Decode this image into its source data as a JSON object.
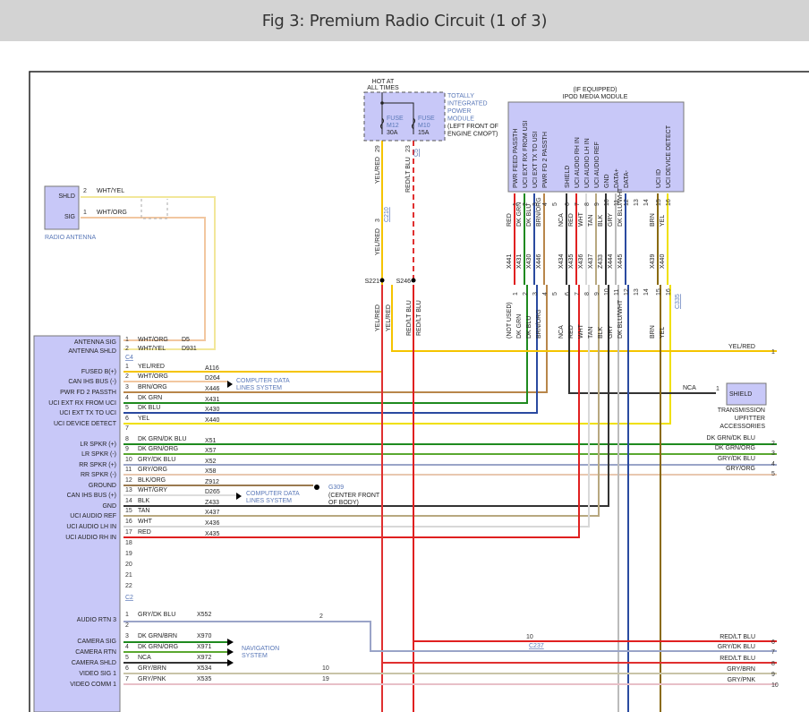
{
  "title": "Fig 3: Premium Radio Circuit (1 of 3)",
  "colors": {
    "module_fill": "#c8c8f8",
    "module_stroke": "#777777",
    "link_text": "#5a78b8",
    "YEL": "#f0e000",
    "YEL_RED": "#f5c400",
    "RED": "#e02020",
    "RED_LT_BLU": "#e03030",
    "DK_GRN": "#1f8a1f",
    "DK_BLU": "#2a4aa0",
    "BRN_ORG": "#b8864a",
    "WHT_ORG": "#f2c7a0",
    "WHT_YEL": "#f2e79a",
    "BLK": "#333333",
    "WHT": "#d8d8d8",
    "TAN": "#b8a880",
    "GRY": "#bbbbbb",
    "BRN": "#8a6a10",
    "GRY_DK_BLU": "#9aa4c8",
    "GRY_ORG": "#e8c8b0",
    "DK_GRN_ORG": "#5aa830",
    "BLK_ORG": "#9a7a50",
    "WHT_GRY": "#dddddd",
    "GRY_BRN": "#c8c4a8",
    "GRY_PNK": "#e8c0c8"
  },
  "fuse_module": {
    "hot_label_1": "HOT AT",
    "hot_label_2": "ALL TIMES",
    "name_lines": [
      "TOTALLY",
      "INTEGRATED",
      "POWER",
      "MODULE"
    ],
    "location_lines": [
      "(LEFT FRONT OF",
      "ENGINE CMOPT)"
    ],
    "fuses": [
      {
        "label": "FUSE",
        "id": "M12",
        "rating": "30A"
      },
      {
        "label": "FUSE",
        "id": "M10",
        "rating": "15A"
      }
    ],
    "pins": [
      {
        "pin": "29",
        "color": "YEL/RED"
      },
      {
        "pin": "23",
        "color": "RED/LT BLU",
        "connector": "C5"
      }
    ]
  },
  "inline": {
    "c210": {
      "pin": "3",
      "color": "YEL/RED",
      "connector": "C210"
    },
    "splices": [
      {
        "id": "S221",
        "colors": [
          "YEL/RED",
          "YEL/RED"
        ]
      },
      {
        "id": "S246",
        "colors": [
          "RED/LT BLU",
          "RED/LT BLU"
        ]
      }
    ]
  },
  "antenna": {
    "name": "RADIO ANTENNA",
    "pins": [
      {
        "label": "SHLD",
        "pin": "2",
        "color": "WHT/YEL"
      },
      {
        "label": "SIG",
        "pin": "1",
        "color": "WHT/ORG"
      }
    ]
  },
  "ipod": {
    "title_1": "(IF EQUIPPED)",
    "title_2": "IPOD MEDIA MODULE",
    "connector": "C335",
    "pins": [
      {
        "pin": "1",
        "name": "PWR FEED PASSTH",
        "color": "RED",
        "circuit": "X441",
        "lower_color": "(NOT USED)"
      },
      {
        "pin": "2",
        "name": "UCI EXT RX FROM USI",
        "color": "DK GRN",
        "circuit": "X431",
        "lower_color": "DK GRN"
      },
      {
        "pin": "3",
        "name": "UCI EXT TX TO USI",
        "color": "DK BLU",
        "circuit": "X430",
        "lower_color": "DK BLU"
      },
      {
        "pin": "4",
        "name": "PWR FD 2 PASSTH",
        "color": "BRN/ORG",
        "circuit": "X446",
        "lower_color": "BRN/ORG"
      },
      {
        "pin": "5",
        "name": "",
        "color": "",
        "circuit": "",
        "lower_color": ""
      },
      {
        "pin": "6",
        "name": "SHIELD",
        "color": "NCA",
        "circuit": "X434",
        "lower_color": "NCA"
      },
      {
        "pin": "7",
        "name": "UCI AUDIO RH IN",
        "color": "RED",
        "circuit": "X435",
        "lower_color": "RED"
      },
      {
        "pin": "8",
        "name": "UCI AUDIO LH IN",
        "color": "WHT",
        "circuit": "X436",
        "lower_color": "WHT"
      },
      {
        "pin": "9",
        "name": "UCI AUDIO REF",
        "color": "TAN",
        "circuit": "X437",
        "lower_color": "TAN"
      },
      {
        "pin": "10",
        "name": "GND",
        "color": "BLK",
        "circuit": "Z433",
        "lower_color": "BLK"
      },
      {
        "pin": "11",
        "name": "DATA+",
        "color": "GRY",
        "circuit": "X444",
        "lower_color": "GRY"
      },
      {
        "pin": "12",
        "name": "DATA-",
        "color": "DK BLU/WHT",
        "circuit": "X445",
        "lower_color": "DK BLU/WHT"
      },
      {
        "pin": "13",
        "name": "",
        "color": "",
        "circuit": "",
        "lower_color": ""
      },
      {
        "pin": "14",
        "name": "",
        "color": "",
        "circuit": "",
        "lower_color": ""
      },
      {
        "pin": "15",
        "name": "UCI ID",
        "color": "BRN",
        "circuit": "X439",
        "lower_color": "BRN"
      },
      {
        "pin": "16",
        "name": "UCI DEVICE DETECT",
        "color": "YEL",
        "circuit": "X440",
        "lower_color": "YEL"
      }
    ]
  },
  "radio": {
    "c4": {
      "connector": "C4",
      "pins": [
        {
          "pin": "1",
          "name": "ANTENNA SIG",
          "color": "WHT/ORG",
          "circuit": "D5"
        },
        {
          "pin": "2",
          "name": "ANTENNA SHLD",
          "color": "WHT/YEL",
          "circuit": "D931"
        }
      ]
    },
    "c2": {
      "connector": "C2",
      "pins": [
        {
          "pin": "1",
          "name": "FUSED B(+)",
          "color": "YEL/RED",
          "circuit": "A116"
        },
        {
          "pin": "2",
          "name": "CAN IHS BUS (-)",
          "color": "WHT/ORG",
          "circuit": "D264"
        },
        {
          "pin": "3",
          "name": "PWR FD 2 PASSTH",
          "color": "BRN/ORG",
          "circuit": "X446"
        },
        {
          "pin": "4",
          "name": "UCI EXT RX FROM UCI",
          "color": "DK GRN",
          "circuit": "X431"
        },
        {
          "pin": "5",
          "name": "UCI EXT TX TO UCI",
          "color": "DK BLU",
          "circuit": "X430"
        },
        {
          "pin": "6",
          "name": "UCI DEVICE DETECT",
          "color": "YEL",
          "circuit": "X440"
        },
        {
          "pin": "7",
          "name": "",
          "color": "",
          "circuit": ""
        },
        {
          "pin": "8",
          "name": "LR SPKR (+)",
          "color": "DK GRN/DK BLU",
          "circuit": "X51"
        },
        {
          "pin": "9",
          "name": "LR SPKR (-)",
          "color": "DK GRN/ORG",
          "circuit": "X57"
        },
        {
          "pin": "10",
          "name": "RR SPKR (+)",
          "color": "GRY/DK BLU",
          "circuit": "X52"
        },
        {
          "pin": "11",
          "name": "RR SPKR (-)",
          "color": "GRY/ORG",
          "circuit": "X58"
        },
        {
          "pin": "12",
          "name": "GROUND",
          "color": "BLK/ORG",
          "circuit": "Z912"
        },
        {
          "pin": "13",
          "name": "CAN IHS BUS (+)",
          "color": "WHT/GRY",
          "circuit": "D265"
        },
        {
          "pin": "14",
          "name": "GND",
          "color": "BLK",
          "circuit": "Z433"
        },
        {
          "pin": "15",
          "name": "UCI AUDIO REF",
          "color": "TAN",
          "circuit": "X437"
        },
        {
          "pin": "16",
          "name": "UCI AUDIO LH IN",
          "color": "WHT",
          "circuit": "X436"
        },
        {
          "pin": "17",
          "name": "UCI AUDIO RH IN",
          "color": "RED",
          "circuit": "X435"
        },
        {
          "pin": "18",
          "name": "",
          "color": "",
          "circuit": ""
        },
        {
          "pin": "19",
          "name": "",
          "color": "",
          "circuit": ""
        },
        {
          "pin": "20",
          "name": "",
          "color": "",
          "circuit": ""
        },
        {
          "pin": "21",
          "name": "",
          "color": "",
          "circuit": ""
        },
        {
          "pin": "22",
          "name": "",
          "color": "",
          "circuit": ""
        }
      ]
    },
    "c3": {
      "pins": [
        {
          "pin": "1",
          "name": "AUDIO RTN 3",
          "color": "GRY/DK BLU",
          "circuit": "X552"
        },
        {
          "pin": "2",
          "name": "",
          "color": "",
          "circuit": ""
        },
        {
          "pin": "3",
          "name": "CAMERA SIG",
          "color": "DK GRN/BRN",
          "circuit": "X970"
        },
        {
          "pin": "4",
          "name": "CAMERA RTN",
          "color": "DK GRN/ORG",
          "circuit": "X971"
        },
        {
          "pin": "5",
          "name": "CAMERA SHLD",
          "color": "NCA",
          "circuit": "X972"
        },
        {
          "pin": "6",
          "name": "VIDEO SIG 1",
          "color": "GRY/BRN",
          "circuit": "X534"
        },
        {
          "pin": "7",
          "name": "VIDEO COMM 1",
          "color": "GRY/PNK",
          "circuit": "X535"
        }
      ]
    }
  },
  "references": {
    "computer_data_1": [
      "COMPUTER DATA",
      "LINES SYSTEM"
    ],
    "computer_data_2": [
      "COMPUTER DATA",
      "LINES SYSTEM"
    ],
    "navigation": [
      "NAVIGATION",
      "SYSTEM"
    ],
    "ground": {
      "id": "G309",
      "location": [
        "(CENTER FRONT",
        "OF BODY)"
      ]
    },
    "c237": {
      "connector": "C237",
      "pin": "10"
    },
    "inline_pins": [
      "2",
      "10",
      "19"
    ]
  },
  "transmission": {
    "label": "SHIELD",
    "pin": "1",
    "wire": "NCA",
    "name_lines": [
      "TRANSMISSION",
      "UPFITTER",
      "ACCESSORIES"
    ]
  },
  "right_edge": [
    {
      "ref": "1",
      "color": "YEL/RED"
    },
    {
      "ref": "2",
      "color": "DK GRN/DK BLU"
    },
    {
      "ref": "3",
      "color": "DK GRN/ORG"
    },
    {
      "ref": "4",
      "color": "GRY/DK BLU"
    },
    {
      "ref": "5",
      "color": "GRY/ORG"
    },
    {
      "ref": "6",
      "color": "RED/LT BLU"
    },
    {
      "ref": "7",
      "color": "GRY/DK BLU"
    },
    {
      "ref": "8",
      "color": "RED/LT BLU"
    },
    {
      "ref": "9",
      "color": "GRY/BRN"
    },
    {
      "ref": "10",
      "color": "GRY/PNK"
    }
  ]
}
